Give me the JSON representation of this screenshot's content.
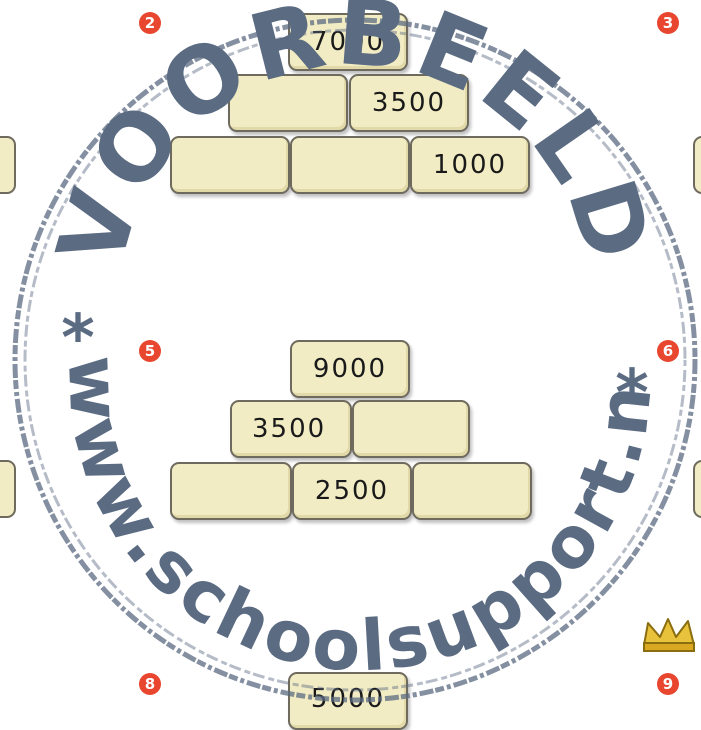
{
  "badges": {
    "b2": "2",
    "b3": "3",
    "b5": "5",
    "b6": "6",
    "b8": "8",
    "b9": "9"
  },
  "pyramid1": {
    "top": "7000",
    "middle_right": "3500",
    "bottom_right": "1000"
  },
  "pyramid2": {
    "top": "9000",
    "middle_left": "3500",
    "bottom_middle": "2500"
  },
  "pyramid3": {
    "top": "5000"
  },
  "watermark": {
    "main_word": "VOORBEELD",
    "url": "www.schoolsupport.nl",
    "stars": "*"
  },
  "colors": {
    "badge": "#e8462f",
    "stone": "#f2ecc4",
    "stone_border": "#6e6a5e",
    "stamp": "#5b6b82",
    "crown": "#e8c23a"
  }
}
